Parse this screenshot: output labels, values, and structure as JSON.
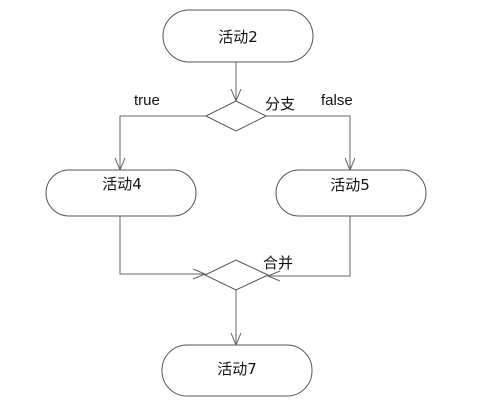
{
  "diagram": {
    "nodes": {
      "activity2": "活动2",
      "activity4": "活动4",
      "activity5": "活动5",
      "activity7": "活动7"
    },
    "decision": "分支",
    "merge": "合并",
    "guards": {
      "true": "true",
      "false": "false"
    }
  },
  "colors": {
    "stroke": "#555555",
    "text": "#111111",
    "background": "#ffffff"
  }
}
